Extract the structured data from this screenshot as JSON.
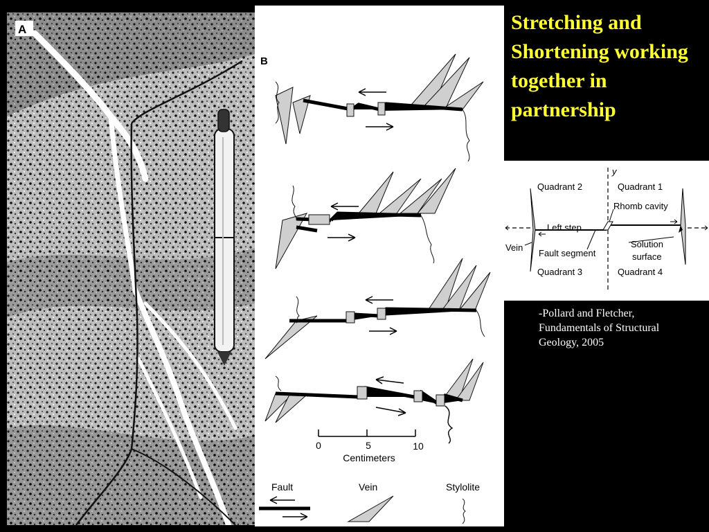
{
  "title": "Stretching and Shortening working together in partnership",
  "citation": "-Pollard and Fletcher, Fundamentals of Structural Geology, 2005",
  "photo": {
    "panel_label": "A"
  },
  "diagram_b": {
    "panel_label": "B",
    "scale": {
      "ticks": [
        "0",
        "5",
        "10"
      ],
      "unit_label": "Centimeters"
    },
    "legend": {
      "fault": "Fault",
      "vein": "Vein",
      "stylolite": "Stylolite"
    }
  },
  "quadrant_diagram": {
    "y_axis_label": "y",
    "quadrant_1": "Quadrant 1",
    "quadrant_2": "Quadrant 2",
    "quadrant_3": "Quadrant 3",
    "quadrant_4": "Quadrant 4",
    "rhomb_cavity": "Rhomb cavity",
    "left_step": "Left step",
    "fault_segment": "Fault segment",
    "vein": "Vein",
    "solution_surface_line1": "Solution",
    "solution_surface_line2": "surface"
  }
}
